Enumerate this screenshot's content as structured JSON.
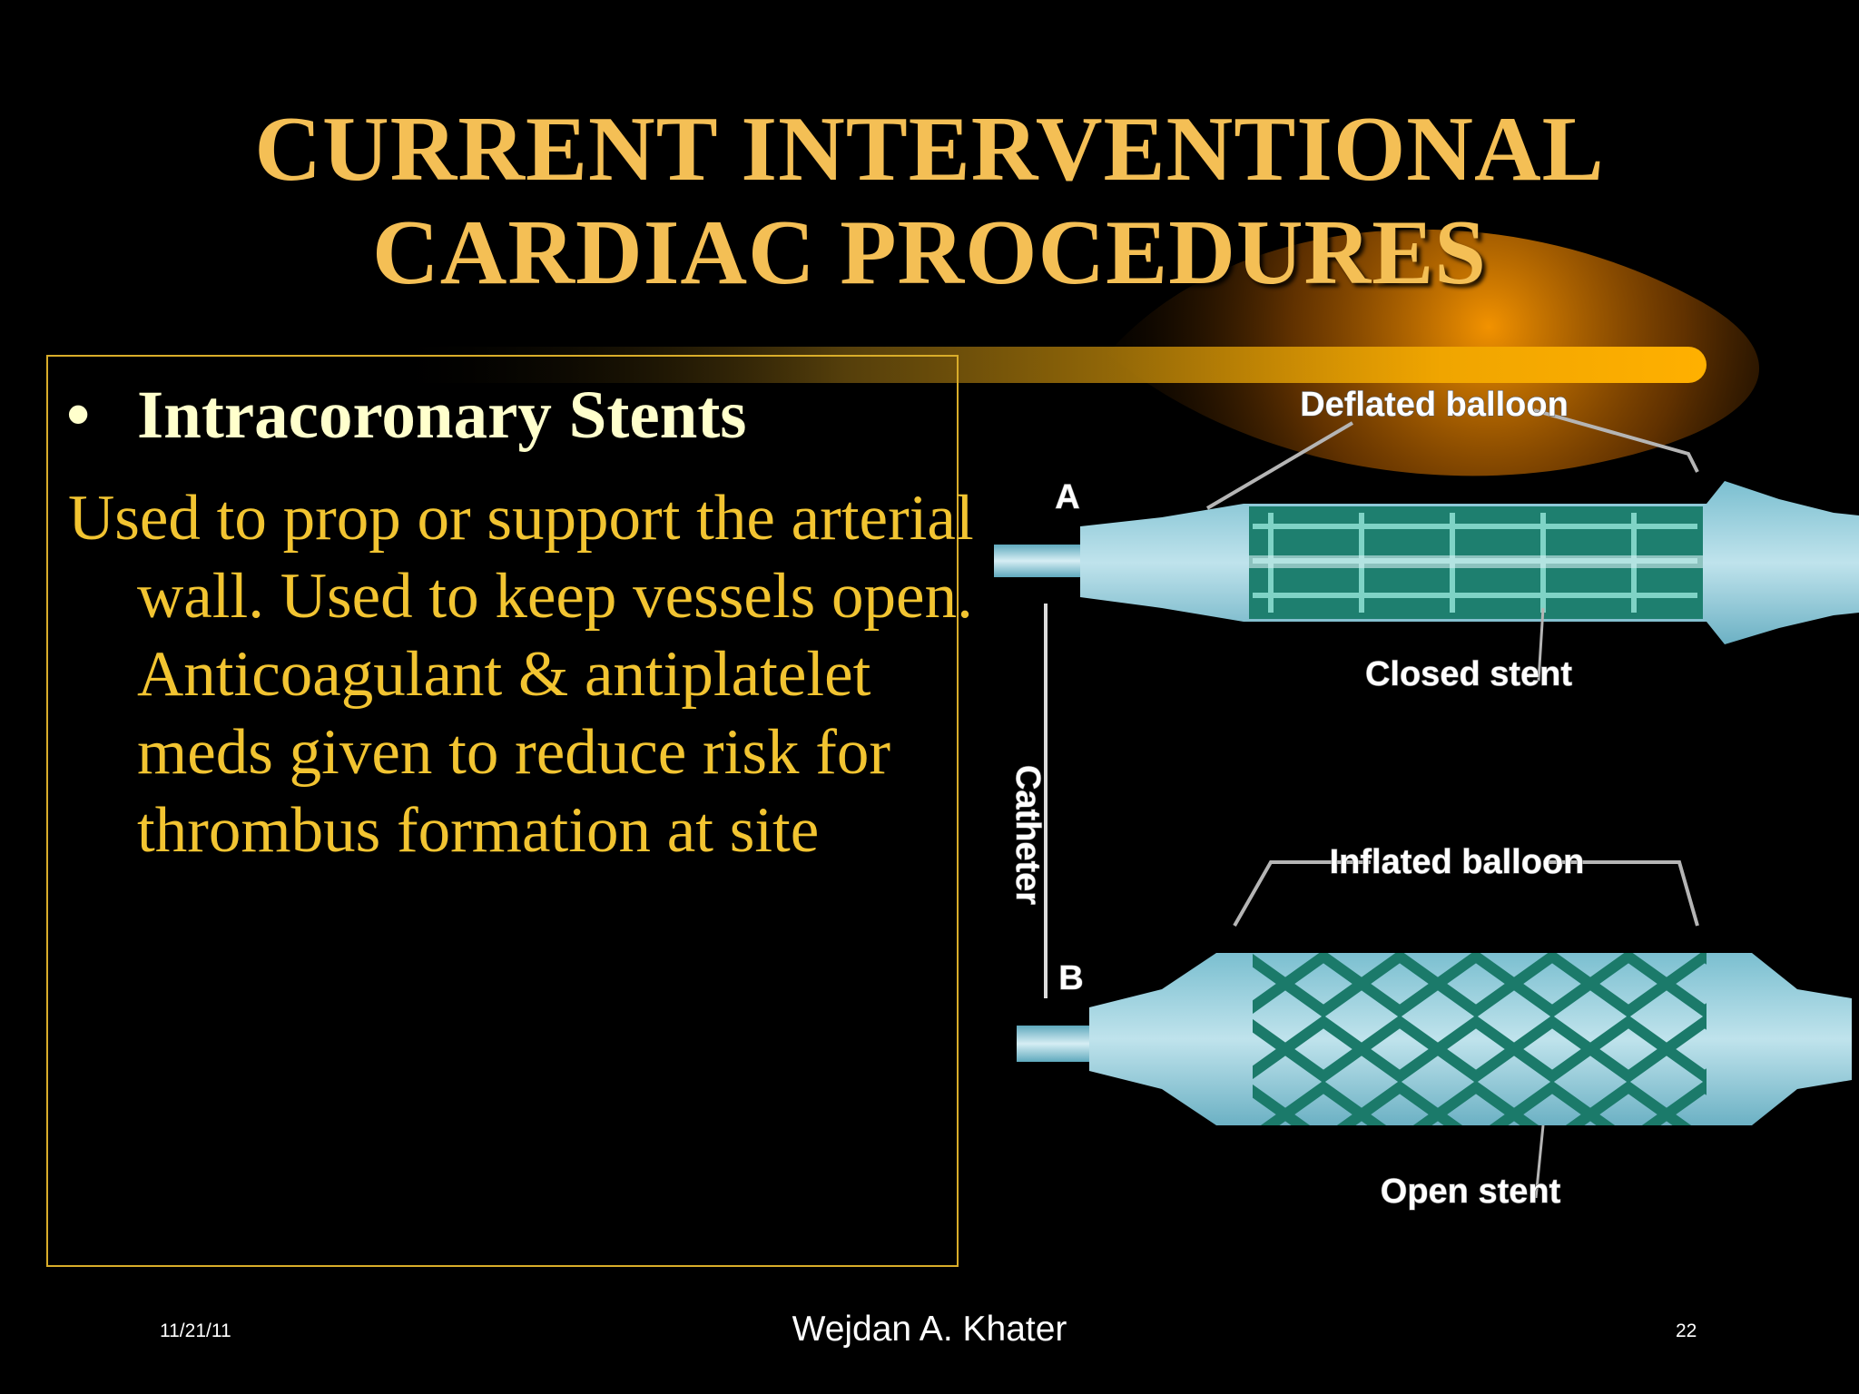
{
  "title": {
    "line1": "CURRENT INTERVENTIONAL",
    "line2": "CARDIAC PROCEDURES"
  },
  "content": {
    "bullet_marker": "•",
    "bullet": "Intracoronary Stents",
    "body": "Used to prop or support the arterial wall. Used to keep vessels open. Anticoagulant & antiplatelet meds given to reduce risk for thrombus formation at site"
  },
  "illustration": {
    "label_top_balloon": "Deflated balloon",
    "label_closed_stent": "Closed stent",
    "label_catheter": "Catheter",
    "label_inflated_balloon": "Inflated balloon",
    "label_open_stent": "Open stent",
    "marker_a": "A",
    "marker_b": "B"
  },
  "footer": {
    "date": "11/21/11",
    "author": "Wejdan A. Khater",
    "page_number": "22"
  },
  "colors": {
    "background": "#000000",
    "title": "#f4bf55",
    "bullet_text": "#ffffcc",
    "body_text": "#f2c431",
    "box_border": "#d9ad2a",
    "swoosh": "#f5a300"
  }
}
